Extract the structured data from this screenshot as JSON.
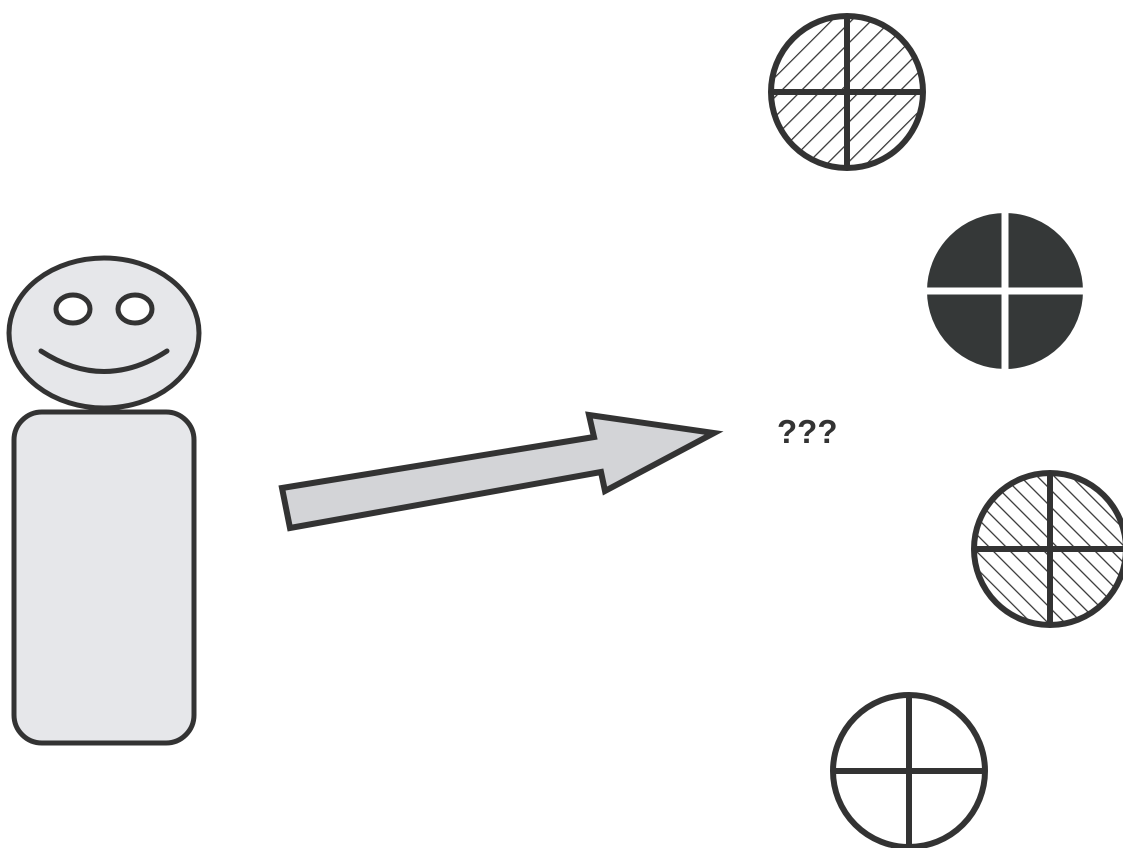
{
  "diagram": {
    "question_label": "???",
    "colors": {
      "stroke": "#333333",
      "light_fill": "#e6e7ea",
      "arrow_fill": "#d3d4d7",
      "dark_fill": "#353838",
      "background": "#ffffff"
    },
    "person": {
      "icon": "person-icon"
    },
    "arrow": {
      "icon": "arrow-right-icon"
    },
    "options": [
      {
        "name": "option-hatched-forward",
        "style": "hatched-forward",
        "icon": "crosshair-circle-icon"
      },
      {
        "name": "option-solid-dark",
        "style": "solid",
        "icon": "crosshair-circle-icon"
      },
      {
        "name": "option-hatched-backward",
        "style": "hatched-backward",
        "icon": "crosshair-circle-icon"
      },
      {
        "name": "option-empty",
        "style": "empty",
        "icon": "crosshair-circle-icon"
      }
    ]
  }
}
